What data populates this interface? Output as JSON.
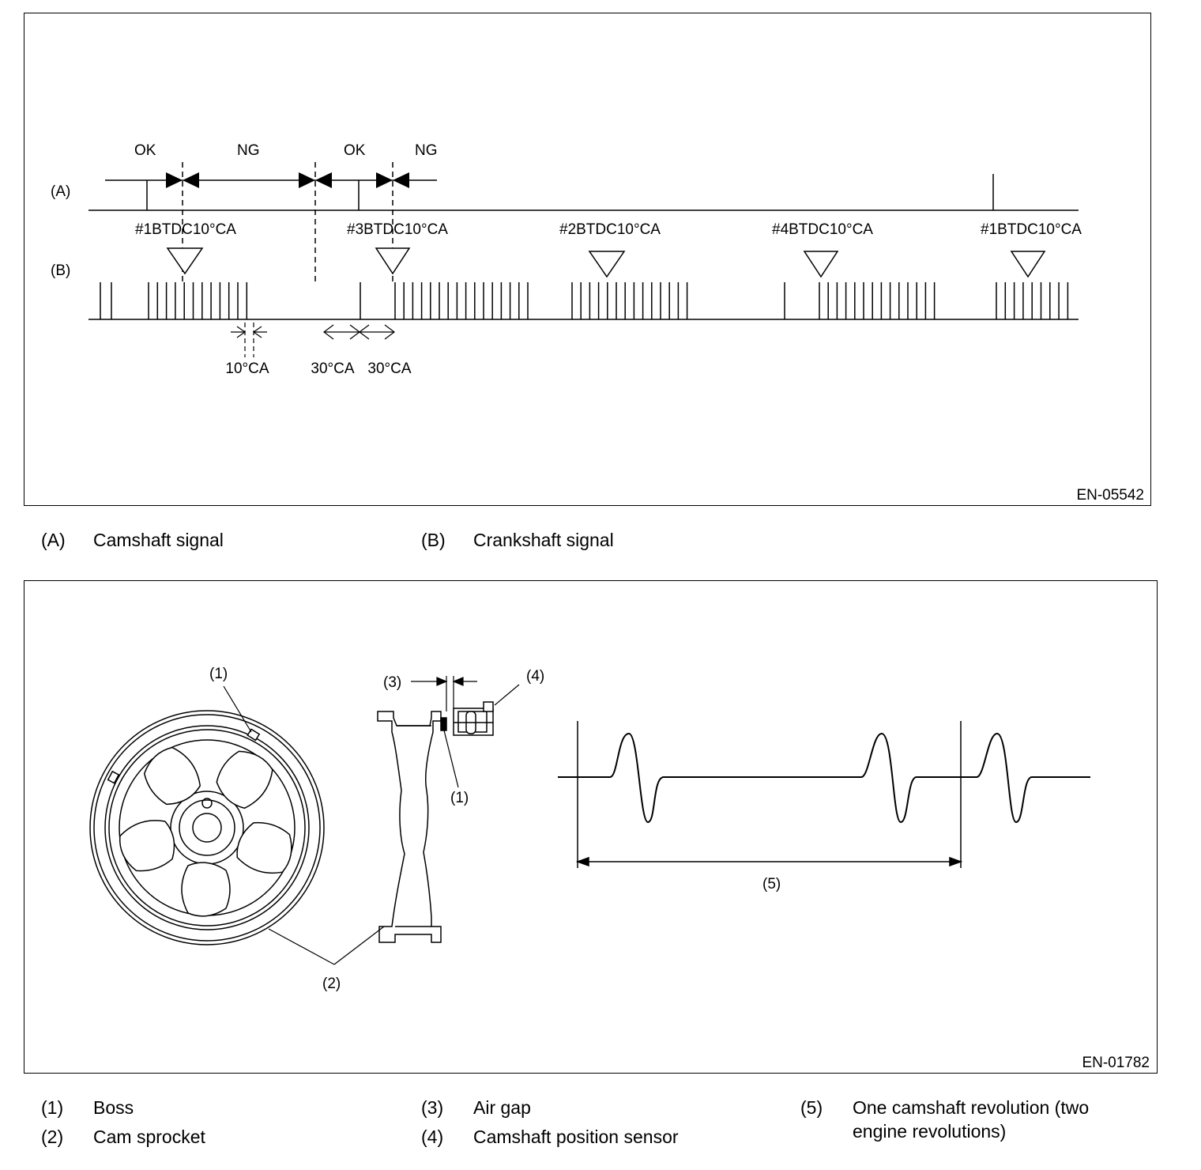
{
  "figure1": {
    "code": "EN-05542",
    "row_a": "(A)",
    "row_b": "(B)",
    "ok_ng": [
      "OK",
      "NG",
      "OK",
      "NG"
    ],
    "markers": [
      "#1BTDC10°CA",
      "#3BTDC10°CA",
      "#2BTDC10°CA",
      "#4BTDC10°CA",
      "#1BTDC10°CA"
    ],
    "dims": [
      "10°CA",
      "30°CA",
      "30°CA"
    ]
  },
  "legend1": [
    {
      "key": "(A)",
      "text": "Camshaft signal"
    },
    {
      "key": "(B)",
      "text": "Crankshaft signal"
    }
  ],
  "figure2": {
    "code": "EN-01782",
    "callouts": [
      "(1)",
      "(2)",
      "(3)",
      "(4)",
      "(1)",
      "(5)"
    ]
  },
  "legend2": [
    {
      "key": "(1)",
      "text": "Boss"
    },
    {
      "key": "(2)",
      "text": "Cam sprocket"
    },
    {
      "key": "(3)",
      "text": "Air gap"
    },
    {
      "key": "(4)",
      "text": "Camshaft position sensor"
    },
    {
      "key": "(5)",
      "text": "One camshaft revolution (two",
      "text2": "engine revolutions)"
    }
  ]
}
